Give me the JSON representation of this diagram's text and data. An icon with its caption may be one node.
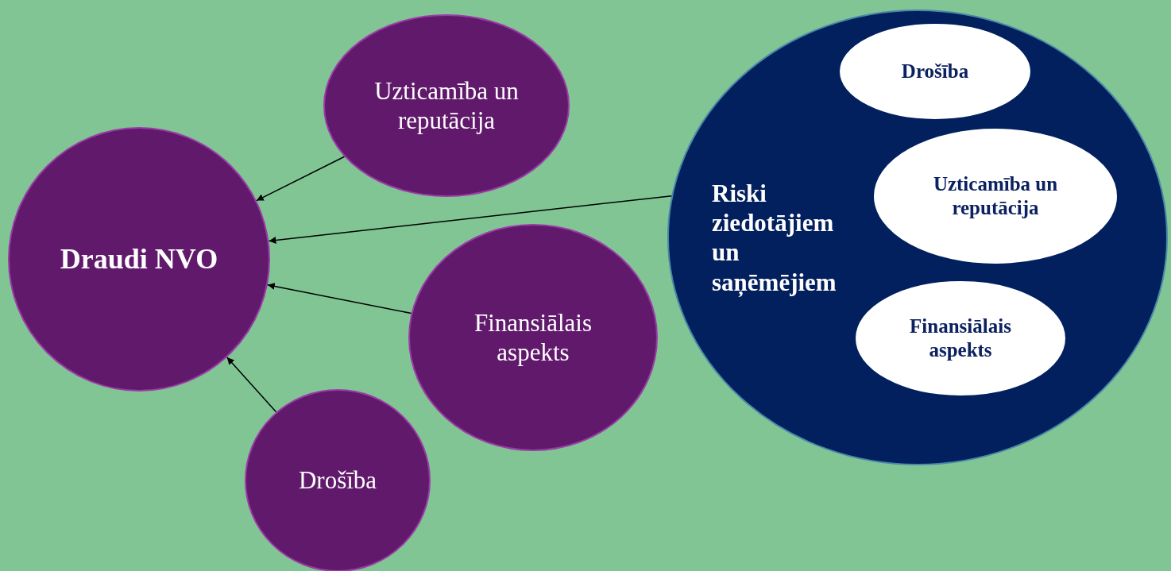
{
  "diagram": {
    "nodes": [
      {
        "text": [
          "Draudi NVO"
        ]
      },
      {
        "text": [
          "Uzticamība un reputācija"
        ]
      },
      {
        "text": [
          "Finansiālais aspekts"
        ]
      },
      {
        "text": [
          "Drošība"
        ]
      },
      {
        "text": [
          "Riski ziedotājiem un saņēmējiem"
        ]
      },
      {
        "text": [
          "Drošība"
        ],
        "in": 4
      },
      {
        "text": [
          "Uzticamība un reputācija"
        ],
        "in": 4
      },
      {
        "text": [
          "Finansiālais aspekts"
        ],
        "in": 4
      }
    ],
    "edges": [
      {
        "from": 1,
        "to": 0,
        "arrow": "to"
      },
      {
        "from": 4,
        "to": 0,
        "arrow": "to"
      },
      {
        "from": 2,
        "to": 0,
        "arrow": "to"
      },
      {
        "from": 3,
        "to": 0,
        "arrow": "to"
      }
    ]
  }
}
